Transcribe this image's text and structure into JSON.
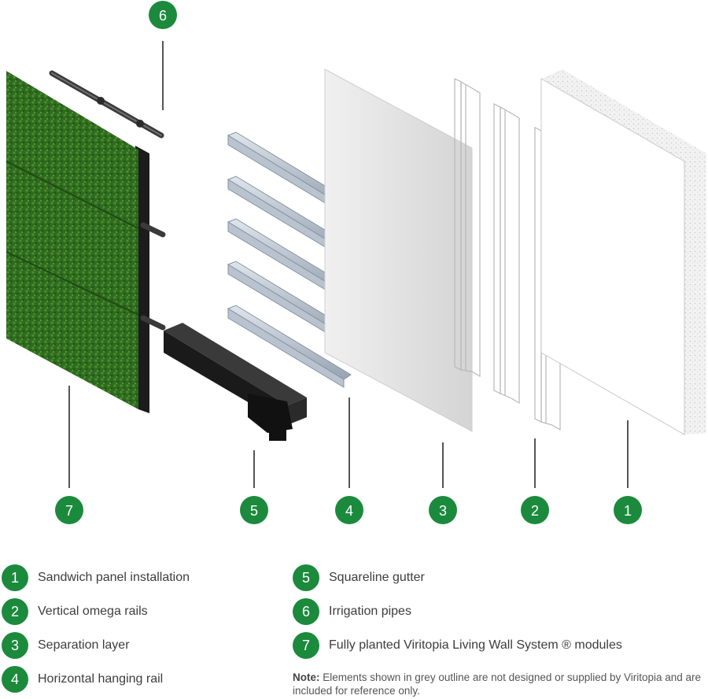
{
  "diagram": {
    "callouts": [
      {
        "number": "6"
      },
      {
        "number": "7"
      },
      {
        "number": "5"
      },
      {
        "number": "4"
      },
      {
        "number": "3"
      },
      {
        "number": "2"
      },
      {
        "number": "1"
      }
    ]
  },
  "legend": [
    {
      "number": "1",
      "label": "Sandwich panel installation"
    },
    {
      "number": "2",
      "label": "Vertical omega rails"
    },
    {
      "number": "3",
      "label": "Separation layer"
    },
    {
      "number": "4",
      "label": "Horizontal hanging rail"
    },
    {
      "number": "5",
      "label": "Squareline gutter"
    },
    {
      "number": "6",
      "label": "Irrigation pipes"
    },
    {
      "number": "7",
      "label": "Fully planted Viritopia Living Wall System ® modules"
    }
  ],
  "note": {
    "label": "Note:",
    "text": " Elements shown in grey outline are not designed or supplied by Viritopia and are included for reference only."
  },
  "colors": {
    "badge": "#1b8a3c",
    "greenery": "#2f6b1f",
    "module_frame": "#1c1c1c",
    "rail": "#a9b4c2",
    "separation_layer": "#d9d9d9"
  }
}
